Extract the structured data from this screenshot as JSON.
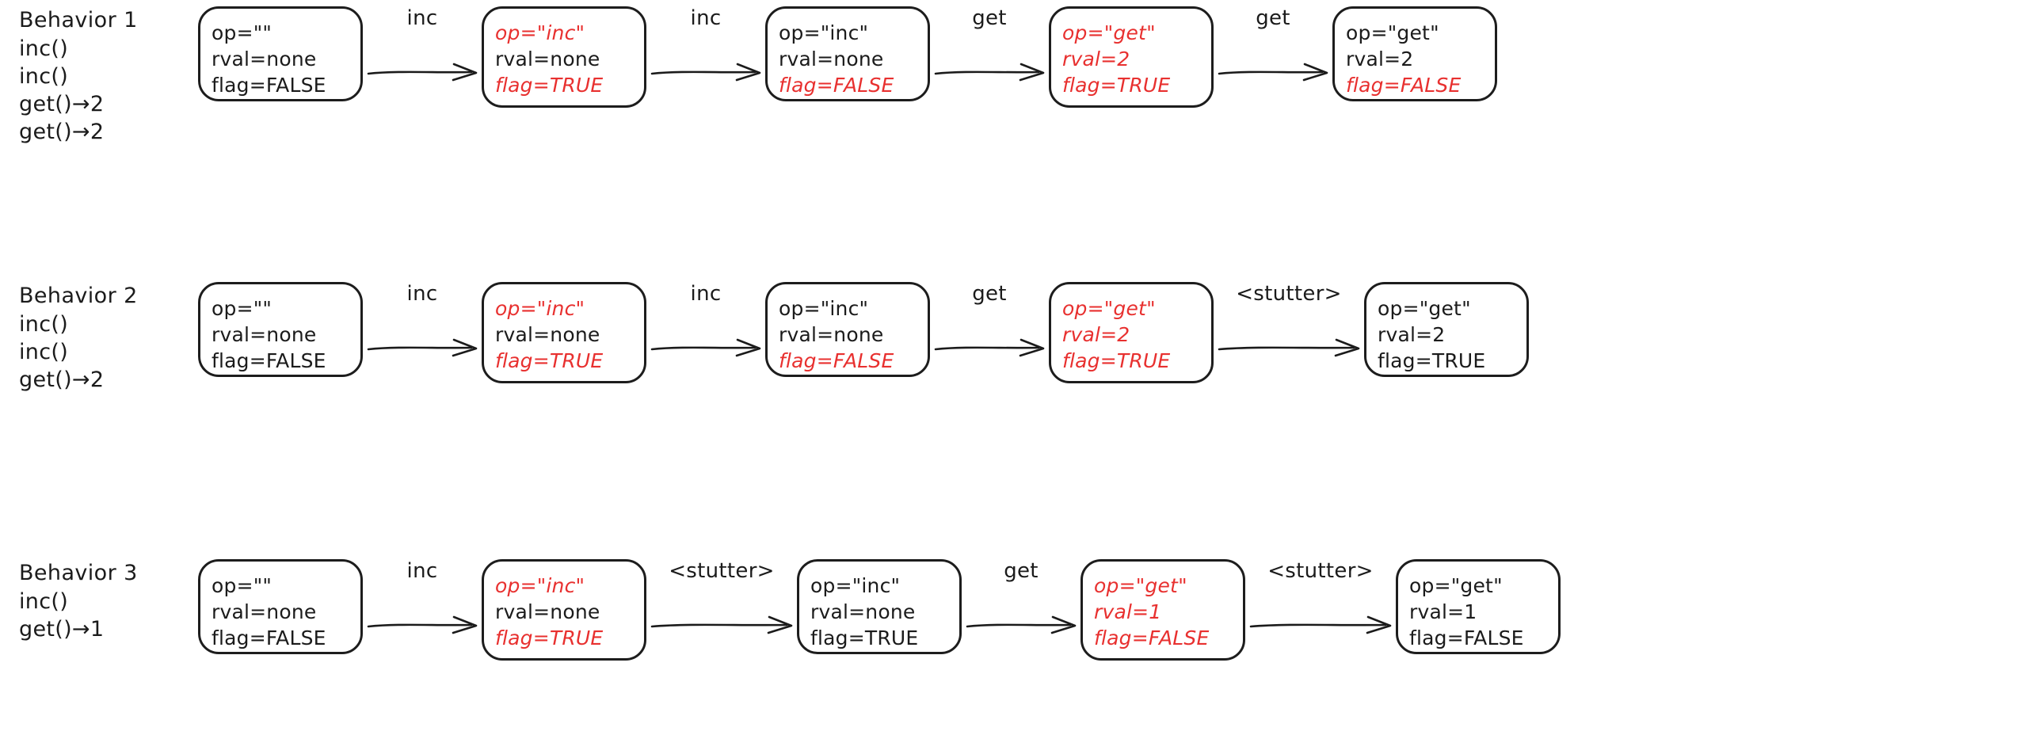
{
  "colors": {
    "ink": "#1b1b1b",
    "highlight": "#e8302f",
    "background": "#ffffff"
  },
  "rows": [
    {
      "title": "Behavior 1",
      "calls": [
        "inc()",
        "inc()",
        "get()→2",
        "get()→2"
      ],
      "states": [
        {
          "lines": [
            {
              "text": "op=\"\"",
              "red": false
            },
            {
              "text": "rval=none",
              "red": false
            },
            {
              "text": "flag=FALSE",
              "red": false
            }
          ]
        },
        {
          "lines": [
            {
              "text": "op=\"inc\"",
              "red": true
            },
            {
              "text": "rval=none",
              "red": false
            },
            {
              "text": "flag=TRUE",
              "red": true
            }
          ]
        },
        {
          "lines": [
            {
              "text": "op=\"inc\"",
              "red": false
            },
            {
              "text": "rval=none",
              "red": false
            },
            {
              "text": "flag=FALSE",
              "red": true
            }
          ]
        },
        {
          "lines": [
            {
              "text": "op=\"get\"",
              "red": true
            },
            {
              "text": "rval=2",
              "red": true
            },
            {
              "text": "flag=TRUE",
              "red": true
            }
          ]
        },
        {
          "lines": [
            {
              "text": "op=\"get\"",
              "red": false
            },
            {
              "text": "rval=2",
              "red": false
            },
            {
              "text": "flag=FALSE",
              "red": true
            }
          ]
        }
      ],
      "transitions": [
        {
          "label": "inc",
          "kind": "narrow"
        },
        {
          "label": "inc",
          "kind": "narrow"
        },
        {
          "label": "get",
          "kind": "narrow"
        },
        {
          "label": "get",
          "kind": "narrow"
        }
      ]
    },
    {
      "title": "Behavior 2",
      "calls": [
        "inc()",
        "inc()",
        "get()→2"
      ],
      "states": [
        {
          "lines": [
            {
              "text": "op=\"\"",
              "red": false
            },
            {
              "text": "rval=none",
              "red": false
            },
            {
              "text": "flag=FALSE",
              "red": false
            }
          ]
        },
        {
          "lines": [
            {
              "text": "op=\"inc\"",
              "red": true
            },
            {
              "text": "rval=none",
              "red": false
            },
            {
              "text": "flag=TRUE",
              "red": true
            }
          ]
        },
        {
          "lines": [
            {
              "text": "op=\"inc\"",
              "red": false
            },
            {
              "text": "rval=none",
              "red": false
            },
            {
              "text": "flag=FALSE",
              "red": true
            }
          ]
        },
        {
          "lines": [
            {
              "text": "op=\"get\"",
              "red": true
            },
            {
              "text": "rval=2",
              "red": true
            },
            {
              "text": "flag=TRUE",
              "red": true
            }
          ]
        },
        {
          "lines": [
            {
              "text": "op=\"get\"",
              "red": false
            },
            {
              "text": "rval=2",
              "red": false
            },
            {
              "text": "flag=TRUE",
              "red": false
            }
          ]
        }
      ],
      "transitions": [
        {
          "label": "inc",
          "kind": "narrow"
        },
        {
          "label": "inc",
          "kind": "narrow"
        },
        {
          "label": "get",
          "kind": "narrow"
        },
        {
          "label": "<stutter>",
          "kind": "wide"
        }
      ]
    },
    {
      "title": "Behavior 3",
      "calls": [
        "inc()",
        "get()→1"
      ],
      "states": [
        {
          "lines": [
            {
              "text": "op=\"\"",
              "red": false
            },
            {
              "text": "rval=none",
              "red": false
            },
            {
              "text": "flag=FALSE",
              "red": false
            }
          ]
        },
        {
          "lines": [
            {
              "text": "op=\"inc\"",
              "red": true
            },
            {
              "text": "rval=none",
              "red": false
            },
            {
              "text": "flag=TRUE",
              "red": true
            }
          ]
        },
        {
          "lines": [
            {
              "text": "op=\"inc\"",
              "red": false
            },
            {
              "text": "rval=none",
              "red": false
            },
            {
              "text": "flag=TRUE",
              "red": false
            }
          ]
        },
        {
          "lines": [
            {
              "text": "op=\"get\"",
              "red": true
            },
            {
              "text": "rval=1",
              "red": true
            },
            {
              "text": "flag=FALSE",
              "red": true
            }
          ]
        },
        {
          "lines": [
            {
              "text": "op=\"get\"",
              "red": false
            },
            {
              "text": "rval=1",
              "red": false
            },
            {
              "text": "flag=FALSE",
              "red": false
            }
          ]
        }
      ],
      "transitions": [
        {
          "label": "inc",
          "kind": "narrow"
        },
        {
          "label": "<stutter>",
          "kind": "wide"
        },
        {
          "label": "get",
          "kind": "narrow"
        },
        {
          "label": "<stutter>",
          "kind": "wide"
        }
      ]
    }
  ]
}
